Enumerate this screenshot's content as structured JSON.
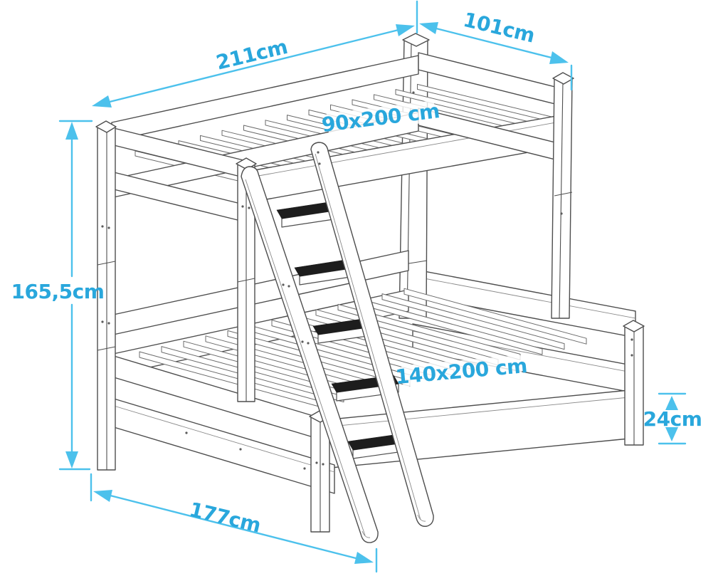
{
  "diagram": {
    "type": "bunk-bed-dimension-drawing",
    "labels": {
      "top_length": "211cm",
      "top_end_width": "101cm",
      "top_mattress": "90x200 cm",
      "total_height": "165,5cm",
      "bottom_mattress": "140x200 cm",
      "frame_height": "24cm",
      "bottom_width": "177cm"
    },
    "colors": {
      "dimension_text": "#29a7dc",
      "dimension_line": "#4cc1ec",
      "outline": "#4e4e4e",
      "step_tread": "#1d1d1d",
      "background": "#ffffff"
    }
  }
}
